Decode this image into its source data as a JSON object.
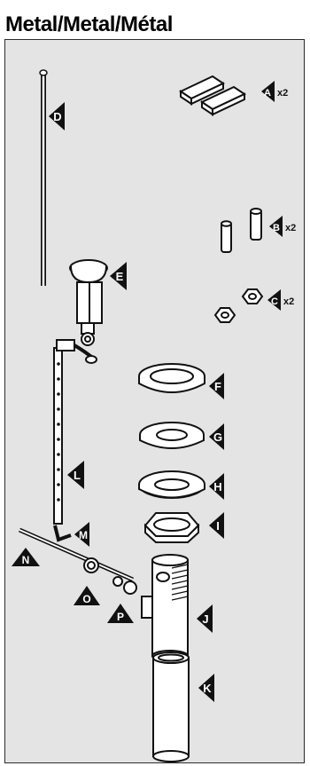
{
  "header": {
    "title": "Metal/Metal/Métal"
  },
  "parts": [
    {
      "letter": "A",
      "qty": "x2"
    },
    {
      "letter": "B",
      "qty": "x2"
    },
    {
      "letter": "C",
      "qty": "x2"
    },
    {
      "letter": "D",
      "qty": ""
    },
    {
      "letter": "E",
      "qty": ""
    },
    {
      "letter": "F",
      "qty": ""
    },
    {
      "letter": "G",
      "qty": ""
    },
    {
      "letter": "H",
      "qty": ""
    },
    {
      "letter": "I",
      "qty": ""
    },
    {
      "letter": "J",
      "qty": ""
    },
    {
      "letter": "K",
      "qty": ""
    },
    {
      "letter": "L",
      "qty": ""
    },
    {
      "letter": "M",
      "qty": ""
    },
    {
      "letter": "N",
      "qty": ""
    },
    {
      "letter": "O",
      "qty": ""
    },
    {
      "letter": "P",
      "qty": ""
    }
  ],
  "colors": {
    "panel": "#e4e4e4",
    "ink": "#111111",
    "metal": "#ffffff"
  }
}
